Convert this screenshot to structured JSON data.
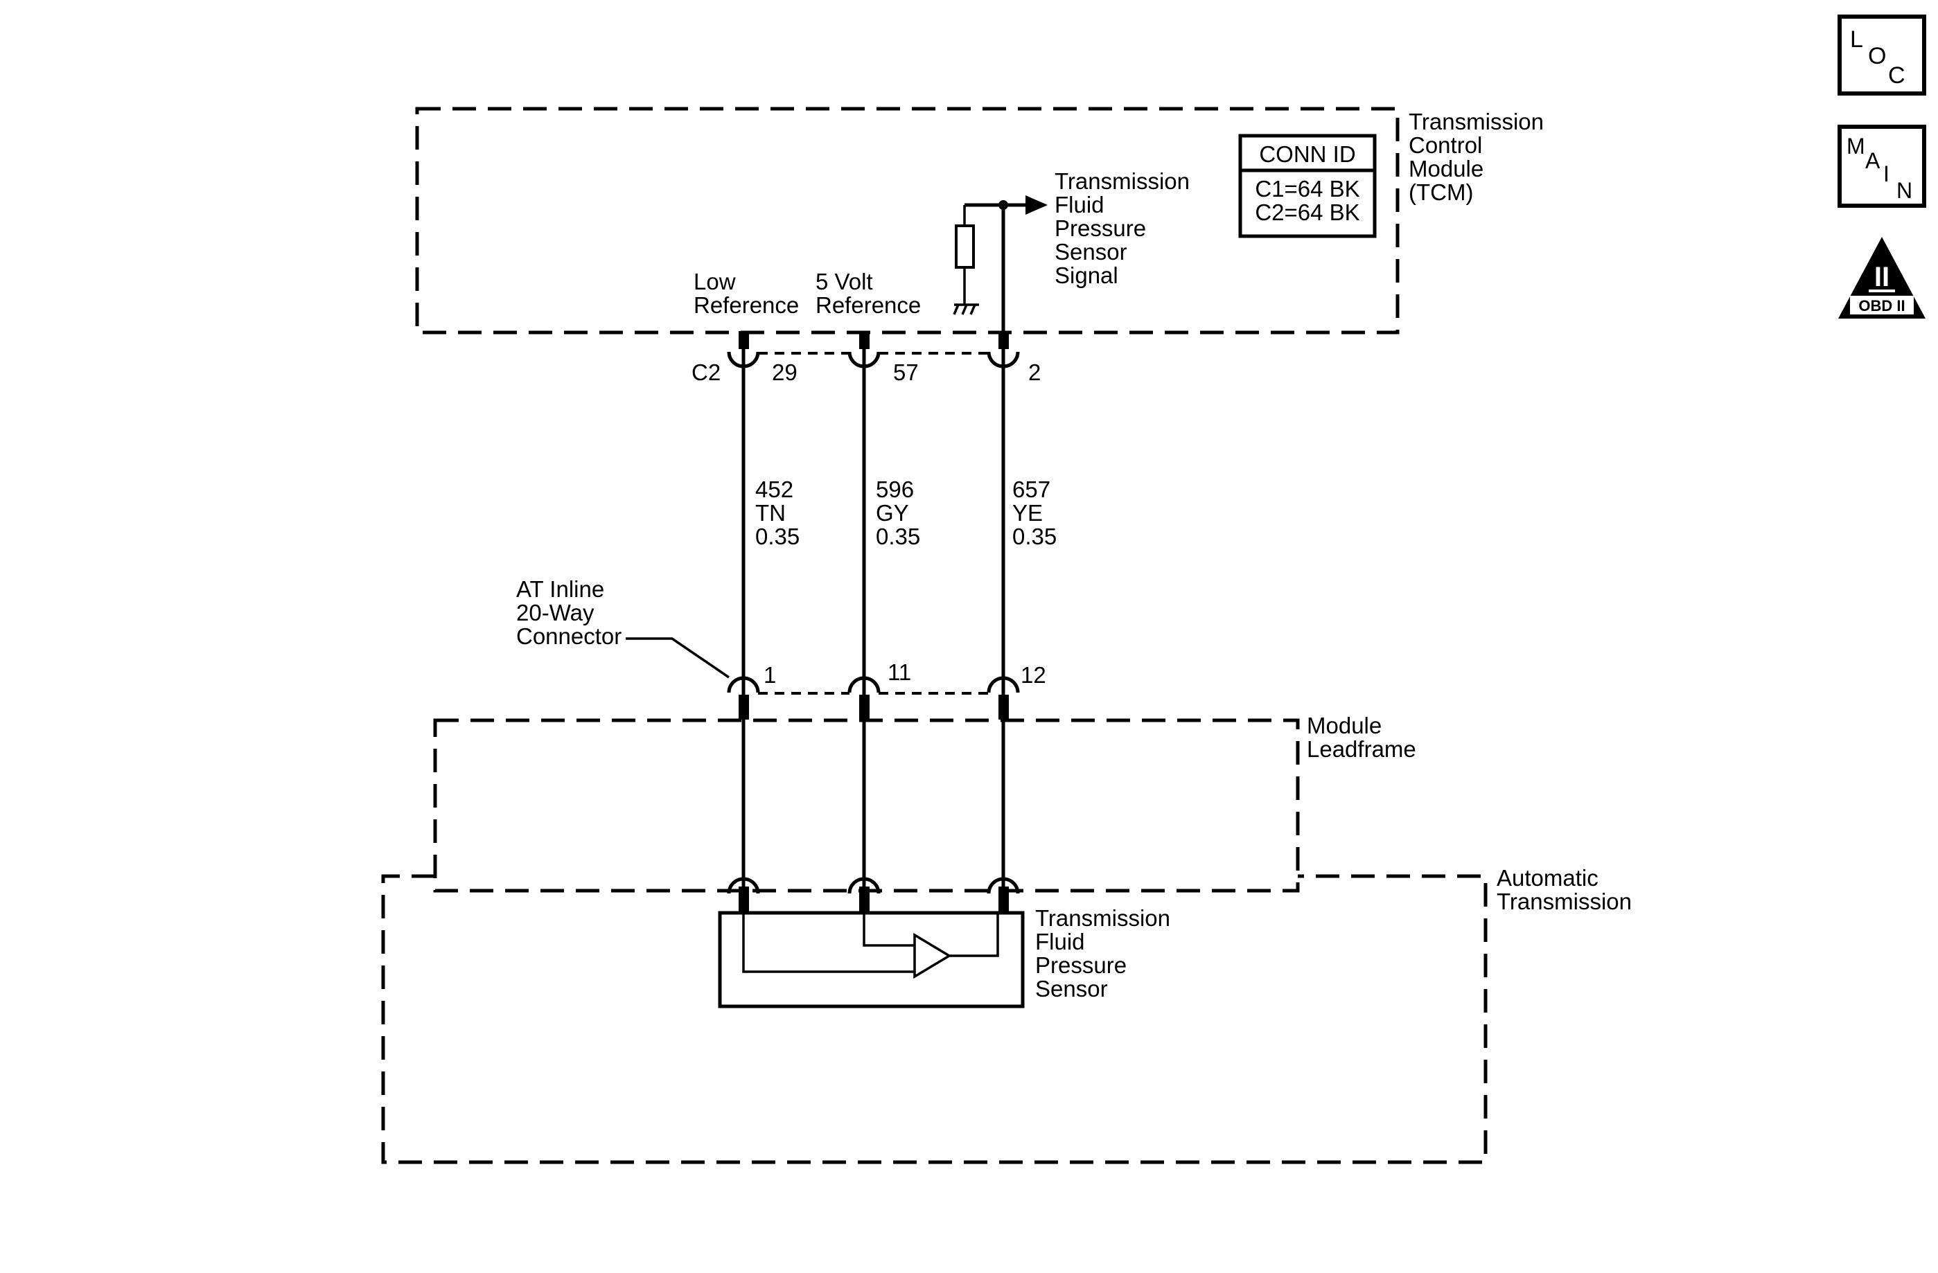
{
  "modules": {
    "tcm": {
      "label_lines": [
        "Transmission",
        "Control",
        "Module",
        "(TCM)"
      ]
    },
    "leadframe": {
      "label_lines": [
        "Module",
        "Leadframe"
      ]
    },
    "transmission": {
      "label_lines": [
        "Automatic",
        "Transmission"
      ]
    }
  },
  "conn_id": {
    "title": "CONN ID",
    "lines": [
      "C1=64 BK",
      "C2=64 BK"
    ]
  },
  "signal": {
    "label_lines": [
      "Transmission",
      "Fluid",
      "Pressure",
      "Sensor",
      "Signal"
    ]
  },
  "pins": {
    "low_ref": {
      "label_lines": [
        "Low",
        "Reference"
      ]
    },
    "five_volt": {
      "label_lines": [
        "5 Volt",
        "Reference"
      ]
    }
  },
  "tcm_connector": {
    "name": "C2",
    "pins": [
      "29",
      "57",
      "2"
    ]
  },
  "wires": [
    {
      "circuit": "452",
      "color": "TN",
      "gauge": "0.35"
    },
    {
      "circuit": "596",
      "color": "GY",
      "gauge": "0.35"
    },
    {
      "circuit": "657",
      "color": "YE",
      "gauge": "0.35"
    }
  ],
  "inline_connector": {
    "label_lines": [
      "AT Inline",
      "20-Way",
      "Connector"
    ],
    "pins": [
      "1",
      "11",
      "12"
    ]
  },
  "sensor": {
    "label_lines": [
      "Transmission",
      "Fluid",
      "Pressure",
      "Sensor"
    ]
  },
  "nav_icons": {
    "loc": {
      "letters": [
        "L",
        "O",
        "C"
      ]
    },
    "main": {
      "letters": [
        "M",
        "A",
        "I",
        "N"
      ]
    },
    "obd": {
      "roman": "II",
      "text": "OBD II"
    }
  }
}
